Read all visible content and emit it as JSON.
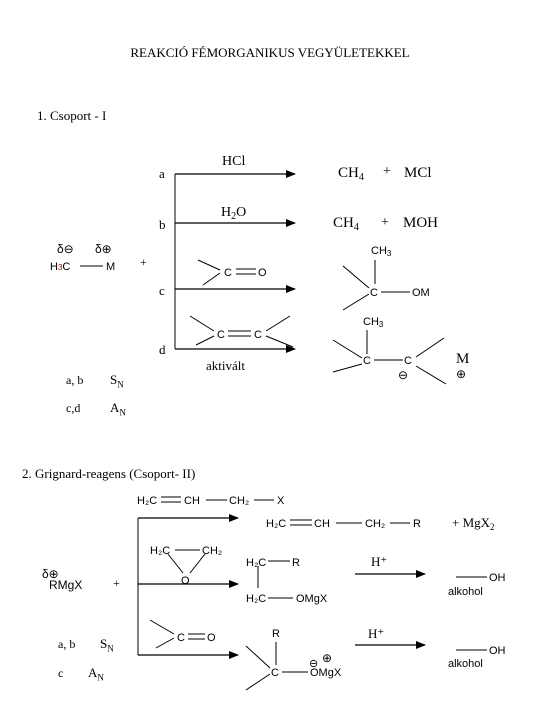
{
  "title": "REAKCIÓ FÉMORGANIKUS VEGYÜLETEKKEL",
  "section1": {
    "heading": "1. Csoport - I",
    "reagent": {
      "delta_minus": "δ⊖",
      "delta_plus": "δ⊕",
      "h": "H",
      "h_sub": "3",
      "c": "C",
      "m": "M"
    },
    "plus": "+",
    "branch_labels": [
      "a",
      "b",
      "c",
      "d"
    ],
    "a": {
      "reagent": "HCl",
      "product1": "CH",
      "product1_sub": "4",
      "plus": "+",
      "product2": "MCl"
    },
    "b": {
      "reagent": "H",
      "reagent_sub": "2",
      "reagent_tail": "O",
      "product1": "CH",
      "product1_sub": "4",
      "plus": "+",
      "product2": "MOH"
    },
    "c": {
      "carbonyl_c": "C",
      "carbonyl_o": "O",
      "ch3": "CH",
      "ch3_sub": "3",
      "prod_c": "C",
      "prod_om": "OM"
    },
    "d": {
      "alkene_c1": "C",
      "alkene_c2": "C",
      "activated": "aktivált",
      "ch3": "CH",
      "ch3_sub": "3",
      "c1": "C",
      "c2": "C",
      "minus": "⊖",
      "metal": "M",
      "plus_circle": "⊕"
    },
    "mech": [
      {
        "label": "a, b",
        "type": "S",
        "sub": "N"
      },
      {
        "label": "c,d",
        "type": "A",
        "sub": "N"
      }
    ]
  },
  "section2": {
    "heading": "2. Grignard-reagens (Csoport- II)",
    "grignard": {
      "delta_plus": "δ⊕",
      "formula": "RMgX"
    },
    "plus": "+",
    "allyl": {
      "h2c": "H₂C",
      "ch": "CH",
      "ch2": "CH₂",
      "x": "X"
    },
    "allyl_product": {
      "h2c": "H₂C",
      "ch": "CH",
      "ch2": "CH₂",
      "r": "R",
      "side": "+ MgX",
      "side_sub": "2"
    },
    "epoxide": {
      "h2c": "H₂C",
      "ch2": "CH₂",
      "o": "O"
    },
    "epoxide_product": {
      "h2c_top": "H₂C",
      "r": "R",
      "h2c_bottom": "H₂C",
      "omgx": "OMgX"
    },
    "acid1": "H⁺",
    "oh1": "OH",
    "alkohol1": "alkohol",
    "ketone": {
      "c": "C",
      "o": "O"
    },
    "ketone_product": {
      "r": "R",
      "c": "C",
      "plus": "⊕",
      "minus": "⊖",
      "omgx": "OMgX"
    },
    "acid2": "H⁺",
    "oh2": "OH",
    "alkohol2": "alkohol",
    "mech": [
      {
        "label": "a, b",
        "type": "S",
        "sub": "N"
      },
      {
        "label": "c",
        "type": "A",
        "sub": "N"
      }
    ]
  },
  "colors": {
    "ink": "#000000",
    "highlight": "#cc0000"
  }
}
